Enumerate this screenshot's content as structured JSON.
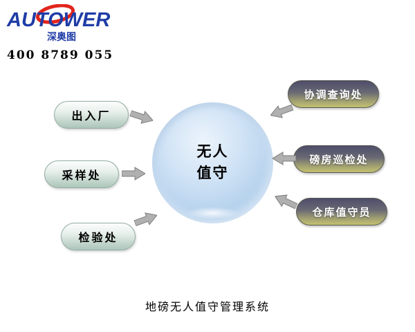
{
  "header": {
    "logo": {
      "brand": "AUTOWER",
      "subtitle": "深奥图"
    },
    "phone": "400 8789 055"
  },
  "diagram": {
    "center": {
      "line1": "无人",
      "line2": "值守"
    },
    "left_nodes": [
      {
        "label": "出入厂"
      },
      {
        "label": "采样处"
      },
      {
        "label": "检验处"
      }
    ],
    "right_nodes": [
      {
        "label": "协调查询处"
      },
      {
        "label": "磅房巡检处"
      },
      {
        "label": "仓库值守员"
      }
    ]
  },
  "footer": {
    "caption": "地磅无人值守管理系统"
  },
  "icons": {
    "left_arrows": "block-arrow-right",
    "right_arrows": "block-arrow-left"
  },
  "colors": {
    "logo_blue": "#1f3ca6",
    "logo_red": "#e1251b",
    "hub_blue": "#b9d4ee",
    "left_node_green": "#c3d6cc",
    "right_node_top": "#4d4d6b",
    "right_node_bottom": "#c4c271",
    "arrow_gray": "#b0b0b0"
  }
}
